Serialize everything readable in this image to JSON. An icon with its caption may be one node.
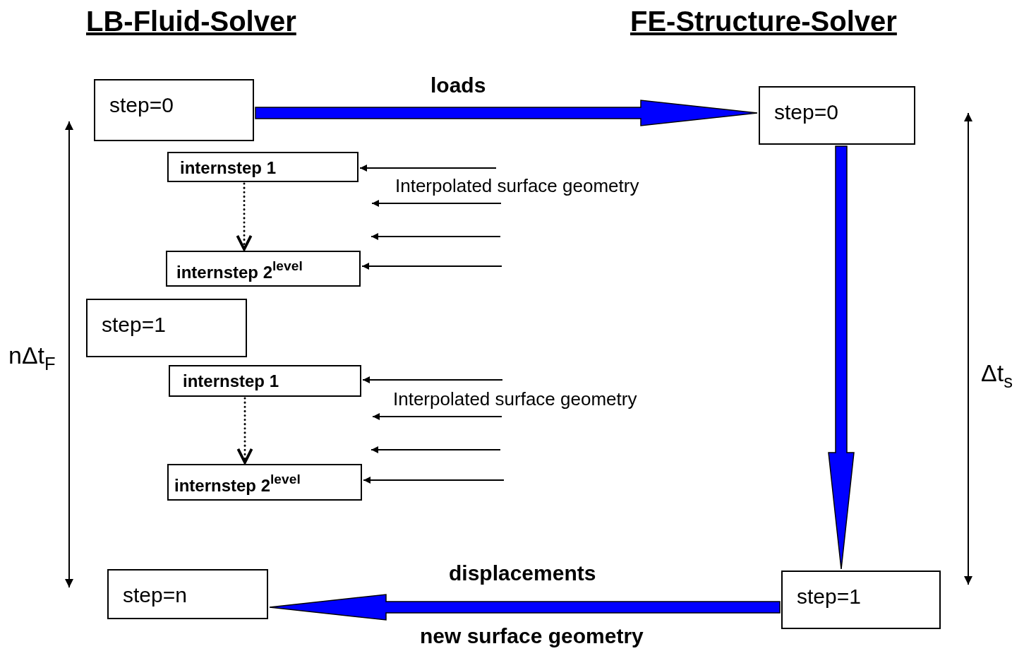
{
  "diagram": {
    "nodes": [
      {
        "text": [
          "step=0"
        ]
      },
      {
        "text": [
          "internstep 1"
        ]
      },
      {
        "text": [
          "internstep 2$^{level}$"
        ]
      },
      {
        "text": [
          "step=1"
        ]
      },
      {
        "text": [
          "internstep 1"
        ]
      },
      {
        "text": [
          "internstep 2$^{level}$"
        ]
      },
      {
        "text": [
          "step=n"
        ]
      },
      {
        "text": [
          "step=0"
        ]
      },
      {
        "text": [
          "step=1"
        ]
      }
    ],
    "edges": [
      {
        "from": 0,
        "to": 7,
        "arrow": "to",
        "label": "loads",
        "style": "thick",
        "color": "#0000ff"
      },
      {
        "from": 7,
        "to": 8,
        "arrow": "to",
        "style": "thick",
        "color": "#0000ff"
      },
      {
        "from": 8,
        "to": 6,
        "arrow": "to",
        "label": "displacements",
        "style": "thick",
        "color": "#0000ff"
      },
      {
        "from": 1,
        "to": 2,
        "arrow": "to",
        "style": "dashed"
      },
      {
        "from": 4,
        "to": 5,
        "arrow": "to",
        "style": "dashed"
      },
      {
        "from": null,
        "to": 1,
        "arrow": "to"
      },
      {
        "from": null,
        "to": 2,
        "arrow": "to"
      },
      {
        "from": null,
        "to": 4,
        "arrow": "to"
      },
      {
        "from": null,
        "to": 5,
        "arrow": "to"
      }
    ],
    "labels": [
      "LB-Fluid-Solver",
      "FE-Structure-Solver",
      "Interpolated surface geometry",
      "nΔt$_{F}$",
      "Δt$_{s}$",
      "Interpolated surface geometry",
      "new surface geometry"
    ]
  }
}
